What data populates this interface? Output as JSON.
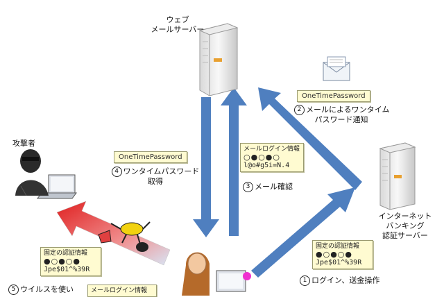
{
  "web_mail_server": {
    "line1": "ウェブ",
    "line2": "メールサーバー"
  },
  "auth_server": {
    "line1": "インターネット",
    "line2": "バンキング",
    "line3": "認証サーバー"
  },
  "attacker": {
    "label": "攻撃者"
  },
  "otp_tag_top": "OneTimePassword",
  "otp_tag_left": "OneTimePassword",
  "step2": {
    "num": "2",
    "line1": "メールによるワンタイム",
    "line2": "パスワード通知"
  },
  "step4": {
    "num": "4",
    "line1": "ワンタイムパスワード",
    "line2": "取得"
  },
  "step3": {
    "num": "3",
    "text": "メール確認"
  },
  "step1": {
    "num": "1",
    "text": "ログイン、送金操作"
  },
  "step5": {
    "num": "5",
    "text": "ウイルスを使い"
  },
  "mail_login_note": {
    "title": "メールログイン情報",
    "dots": "○●○●○",
    "code": "l@o#g5i=N.4"
  },
  "fixed_auth_note_right": {
    "title": "固定の認証情報",
    "dots": "●○●○●",
    "code": "Jpe$01^%39R"
  },
  "fixed_auth_note_left": {
    "title": "固定の認証情報",
    "dots": "●○●○●",
    "code": "Jpe$01^%39R"
  },
  "mail_login_note_bottom": {
    "title": "メールログイン情報"
  },
  "colors": {
    "arrow_blue": "#4f7fbf",
    "note_bg": "#fffbd1",
    "red_arrow": "#e03030"
  }
}
